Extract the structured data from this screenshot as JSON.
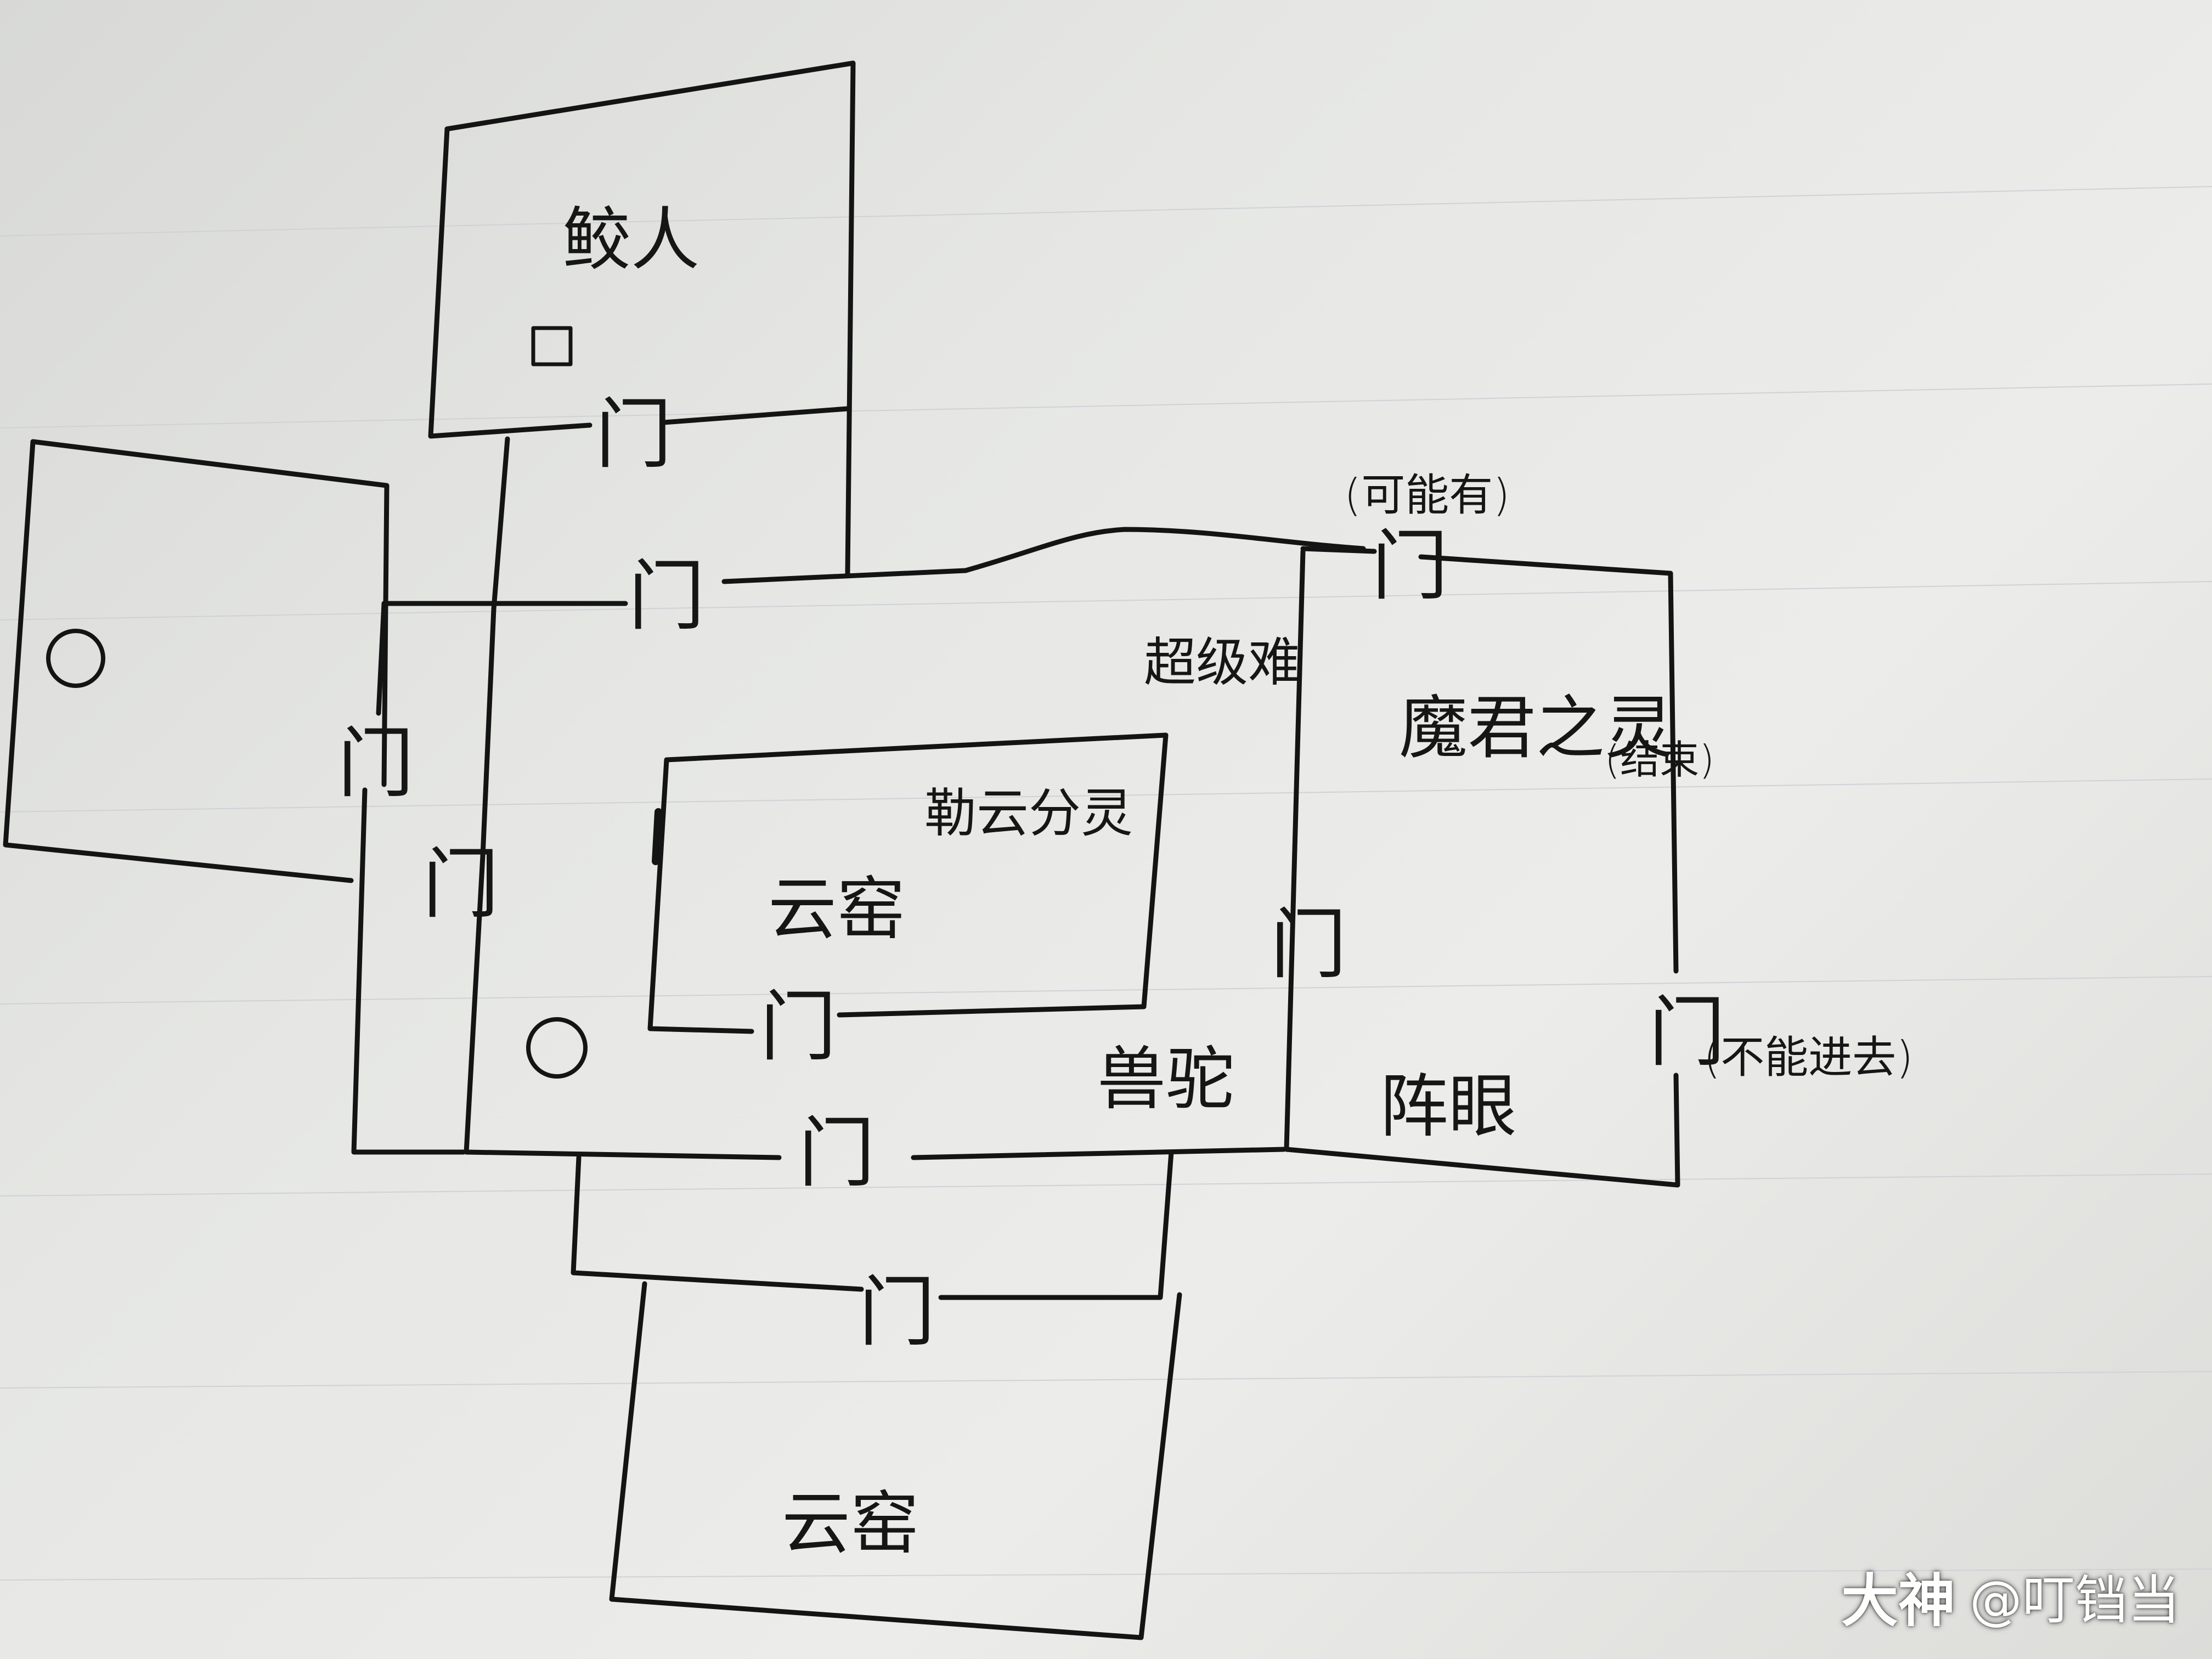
{
  "map": {
    "labels": {
      "top_room": "鲛人",
      "inner_room_top": "勒云分灵",
      "inner_room": "云窑",
      "corridor_right": "超级难",
      "right_room": "魔君之灵",
      "right_room_note": "(结束)",
      "right_room_lower": "阵眼",
      "central_area": "兽驼",
      "bottom_room": "云窑",
      "maybe_note": "(可能有)",
      "exit_note": "(不能进去)"
    },
    "door_mark": "门"
  },
  "watermark": {
    "brand": "大神",
    "user": "@叮铛当"
  }
}
